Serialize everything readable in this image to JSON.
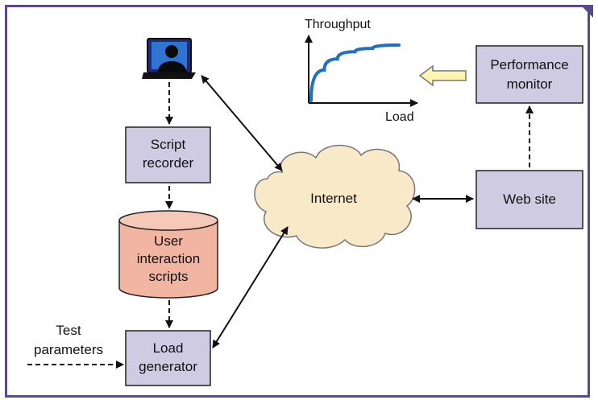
{
  "nodes": {
    "script_recorder": [
      "Script",
      "recorder"
    ],
    "user_scripts": [
      "User",
      "interaction",
      "scripts"
    ],
    "load_generator": [
      "Load",
      "generator"
    ],
    "internet": "Internet",
    "web_site": "Web site",
    "performance_monitor": [
      "Performance",
      "monitor"
    ],
    "test_parameters": [
      "Test",
      "parameters"
    ]
  },
  "chart_data": {
    "type": "line",
    "title": "",
    "xlabel": "Load",
    "ylabel": "Throughput",
    "series": [
      {
        "x": [
          0,
          0.15,
          0.3,
          0.5,
          0.7,
          1.0
        ],
        "values": [
          0,
          0.55,
          0.75,
          0.88,
          0.94,
          1.0
        ]
      }
    ]
  },
  "colors": {
    "box_fill": "#cfcbe3",
    "box_stroke": "#222222",
    "cylinder_fill": "#f1b5a2",
    "cloud_fill": "#f8eac8",
    "curve": "#1f6fc2",
    "hollow_arrow_fill": "#fff5b0",
    "frame": "#5a4a8c"
  },
  "icons": {
    "user_workstation": "person-at-computer-icon"
  }
}
